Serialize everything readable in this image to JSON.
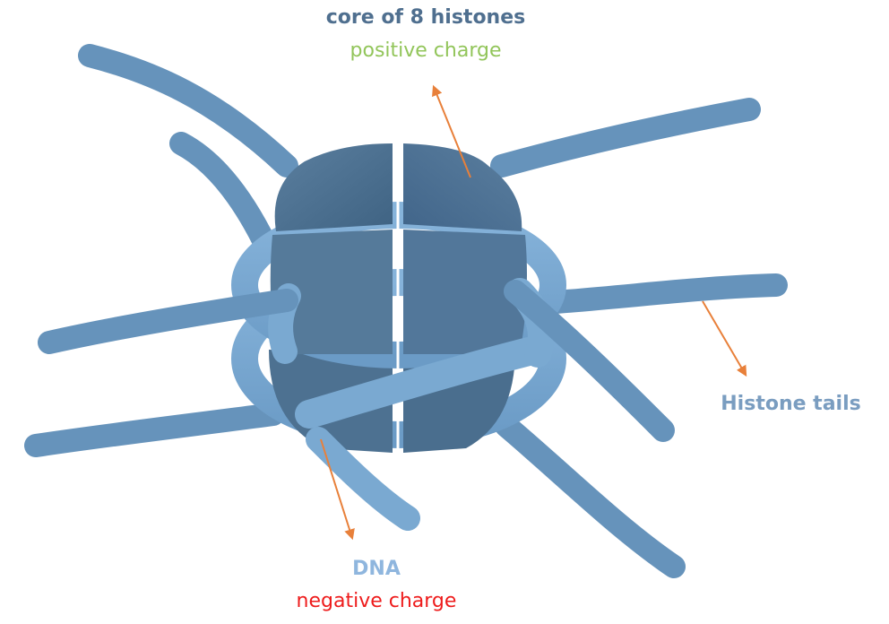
{
  "labels": {
    "core_title": "core of 8 histones",
    "core_charge": "positive charge",
    "tails": "Histone tails",
    "dna": "DNA",
    "dna_charge": "negative charge"
  },
  "colors": {
    "core_title": "#4f6f8f",
    "core_charge": "#92c55a",
    "tails_label": "#7a9dc0",
    "dna_label": "#8fb6de",
    "dna_charge": "#ee1c1c",
    "arrow": "#e8803a",
    "histone_dark": "#4e7393",
    "histone_mid": "#5b82a4",
    "tail": "#6693bb",
    "dna_strand": "#7aa9d1"
  }
}
